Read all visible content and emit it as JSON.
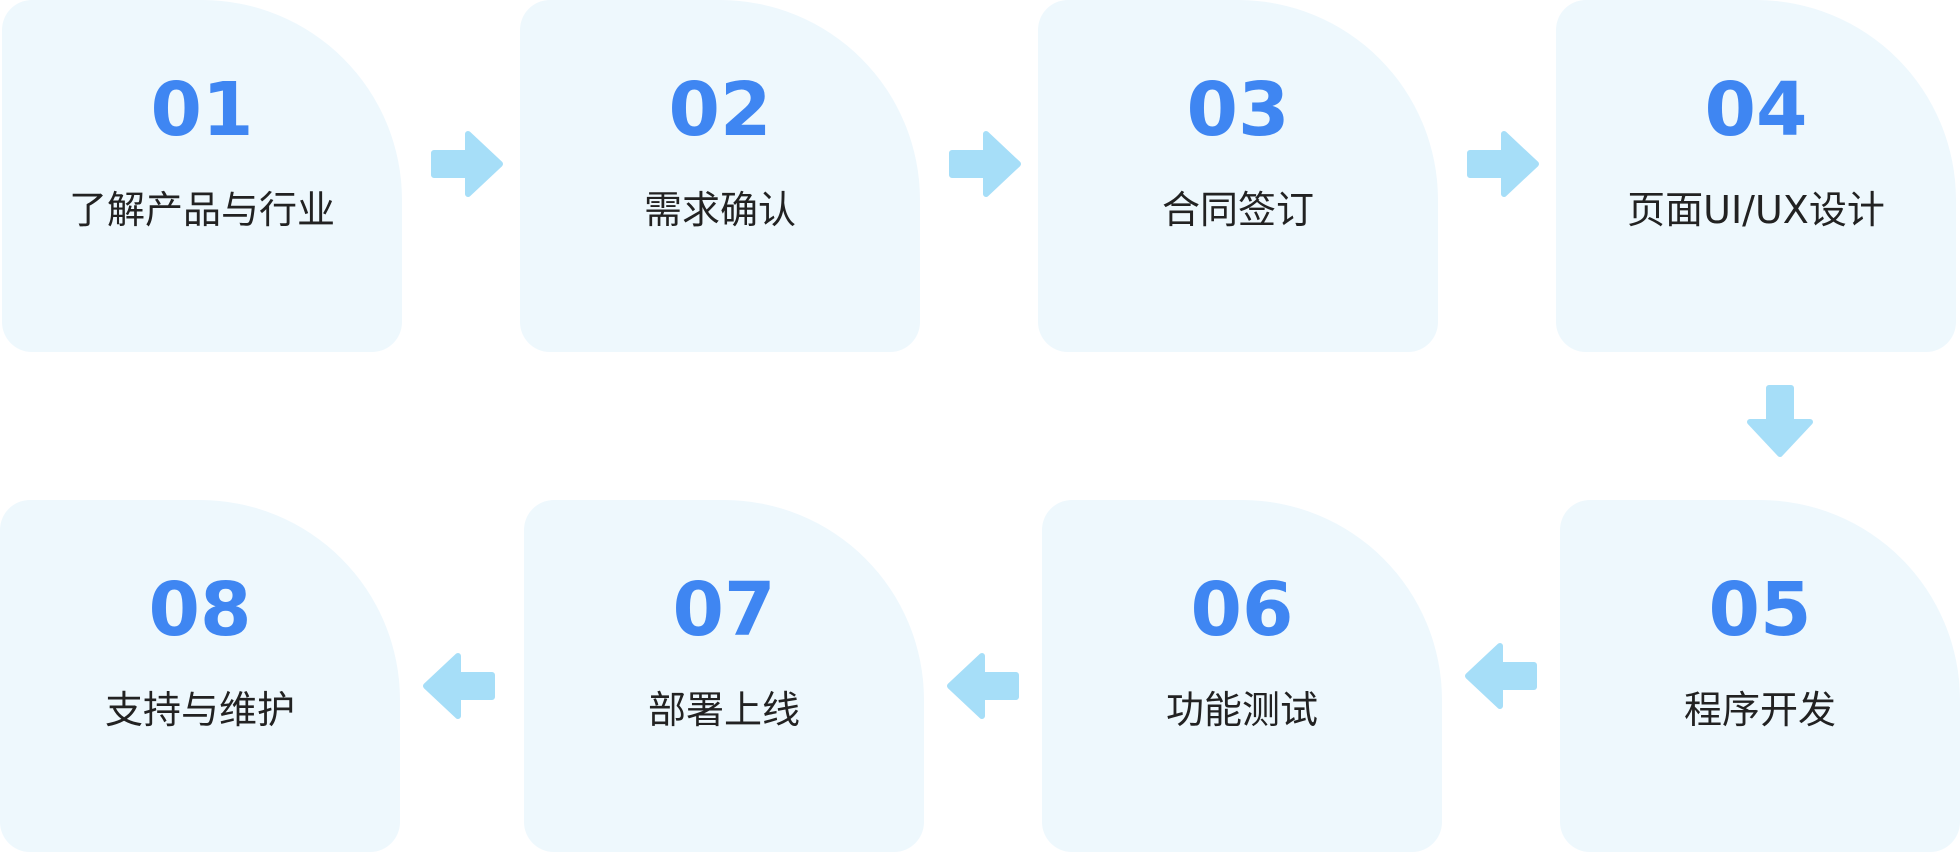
{
  "steps": [
    {
      "num": "01",
      "title": "了解产品与行业"
    },
    {
      "num": "02",
      "title": "需求确认"
    },
    {
      "num": "03",
      "title": "合同签订"
    },
    {
      "num": "04",
      "title": "页面UI/UX设计"
    },
    {
      "num": "05",
      "title": "程序开发"
    },
    {
      "num": "06",
      "title": "功能测试"
    },
    {
      "num": "07",
      "title": "部署上线"
    },
    {
      "num": "08",
      "title": "支持与维护"
    }
  ],
  "colors": {
    "card_background": "#eef8fd",
    "number": "#3f86f2",
    "title": "#222222",
    "arrow": "#a6def8"
  },
  "arrow_icons": [
    "arrow-right-icon",
    "arrow-down-icon",
    "arrow-left-icon"
  ]
}
